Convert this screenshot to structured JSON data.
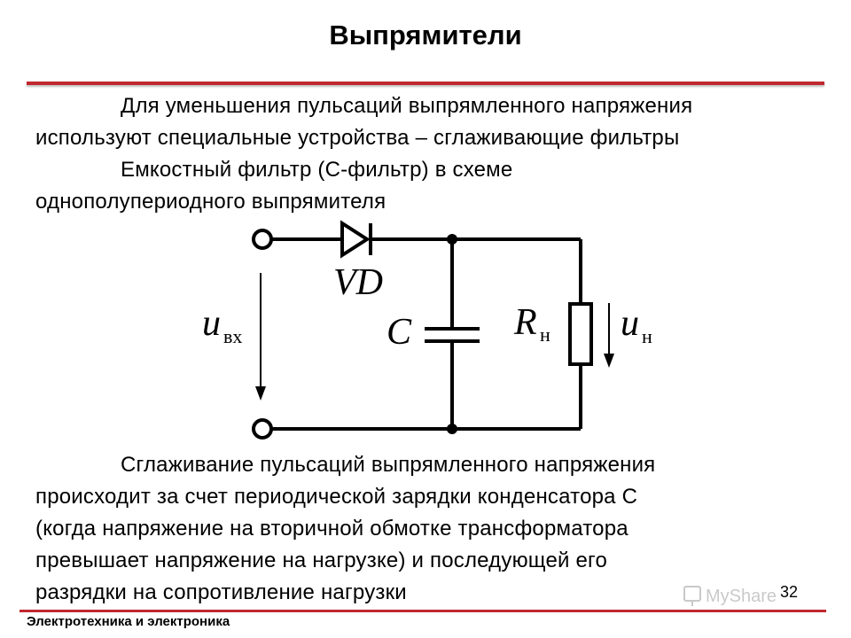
{
  "slide": {
    "title": "Выпрямители",
    "footer": "Электротехника и электроника",
    "page_number": "32"
  },
  "intro": {
    "lines": [
      "Для уменьшения пульсаций выпрямленного напряжения",
      "используют специальные  устройства – сглаживающие фильтры",
      "Емкостный фильтр (С-фильтр) в схеме",
      "однополупериодного выпрямителя"
    ]
  },
  "circuit": {
    "diode_label": "VD",
    "capacitor_label": "C",
    "resistor_label": "R",
    "resistor_subscript": "н",
    "input_voltage_label": "u",
    "input_voltage_subscript": "вх",
    "output_voltage_label": "u",
    "output_voltage_subscript": "н"
  },
  "explanation": {
    "lines": [
      "Сглаживание пульсаций выпрямленного напряжения",
      "происходит за счет периодической зарядки конденсатора С",
      "(когда напряжение на вторичной обмотке трансформатора",
      "превышает напряжение на нагрузке) и последующей его",
      "разрядки на сопротивление нагрузки"
    ]
  },
  "watermark": {
    "text": "MyShare"
  },
  "colors": {
    "rule": "#c0282f",
    "text": "#000000"
  }
}
